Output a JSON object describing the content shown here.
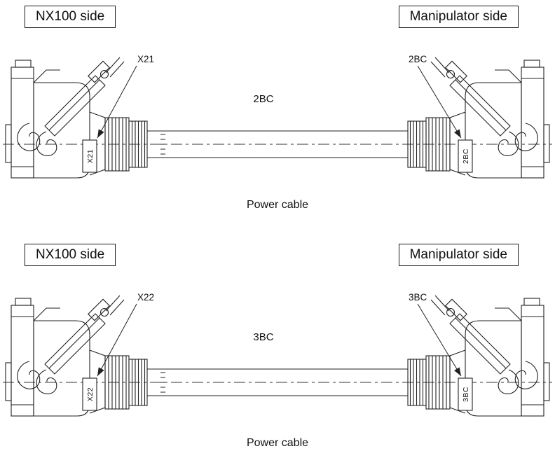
{
  "diagrams": [
    {
      "left_side_label": "NX100 side",
      "right_side_label": "Manipulator side",
      "left_connector_callout": "X21",
      "left_connector_tag": "X21",
      "cable_label": "2BC",
      "right_connector_callout": "2BC",
      "right_connector_tag": "2BC",
      "caption": "Power cable"
    },
    {
      "left_side_label": "NX100 side",
      "right_side_label": "Manipulator side",
      "left_connector_callout": "X22",
      "left_connector_tag": "X22",
      "cable_label": "3BC",
      "right_connector_callout": "3BC",
      "right_connector_tag": "3BC",
      "caption": "Power cable"
    }
  ]
}
